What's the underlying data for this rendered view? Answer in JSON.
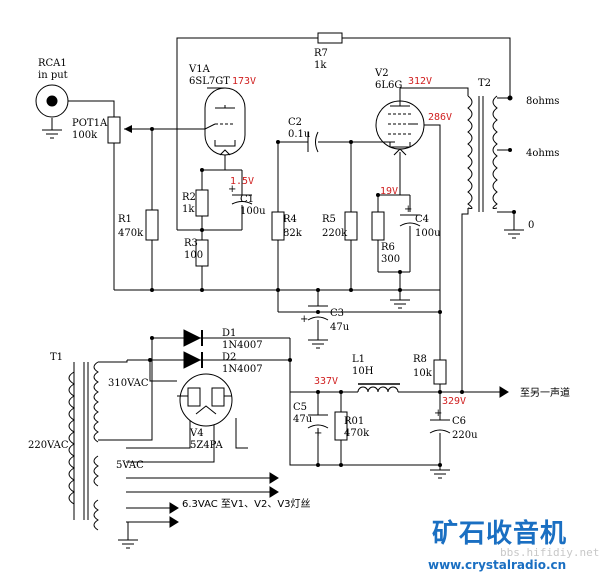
{
  "labels": {
    "rca_name": "RCA1",
    "rca_sub": "in put",
    "pot_name": "POT1A",
    "pot_val": "100k",
    "r1_name": "R1",
    "r1_val": "470k",
    "v1_name": "V1A",
    "v1_type": "6SL7GT",
    "r2_name": "R2",
    "r2_val": "1k",
    "c1_name": "C1",
    "c1_val": "100u",
    "r3_name": "R3",
    "r3_val": "100",
    "r4_name": "R4",
    "r4_val": "82k",
    "r7_name": "R7",
    "r7_val": "1k",
    "c2_name": "C2",
    "c2_val": "0.1u",
    "r5_name": "R5",
    "r5_val": "220k",
    "v2_name": "V2",
    "v2_type": "6L6G",
    "r6_name": "R6",
    "r6_val": "300",
    "c4_name": "C4",
    "c4_val": "100u",
    "t2_name": "T2",
    "tap_8": "8ohms",
    "tap_4": "4ohms",
    "tap_0": "0",
    "c3_name": "C3",
    "c3_val": "47u",
    "d1_name": "D1",
    "d1_type": "1N4007",
    "d2_name": "D2",
    "d2_type": "1N4007",
    "t1_name": "T1",
    "sec_hv": "310VAC",
    "primary": "220VAC",
    "v4_name": "V4",
    "v4_type": "5Z4PA",
    "sec_5v": "5VAC",
    "sec_heater": "6.3VAC 至V1、V2、V3灯丝",
    "l1_name": "L1",
    "l1_val": "10H",
    "r8_name": "R8",
    "r8_val": "10k",
    "c5_name": "C5",
    "c5_val": "47u",
    "r01_name": "R01",
    "r01_val": "470k",
    "c6_name": "C6",
    "c6_val": "220u",
    "other_channel": "至另一声道",
    "plus": "+"
  },
  "voltages": {
    "v1_plate": "173V",
    "v1_cathode": "1.5V",
    "v2_plate": "312V",
    "v2_screen": "286V",
    "v2_cathode": "19V",
    "rect_out": "337V",
    "supply_out": "329V"
  },
  "watermark": {
    "brand": "矿石收音机",
    "site": "bbs.hifidiy.net",
    "url": "www.crystalradio.cn"
  },
  "colors": {
    "voltage_text": "#d02020",
    "watermark_blue": "#1a6fc2"
  }
}
